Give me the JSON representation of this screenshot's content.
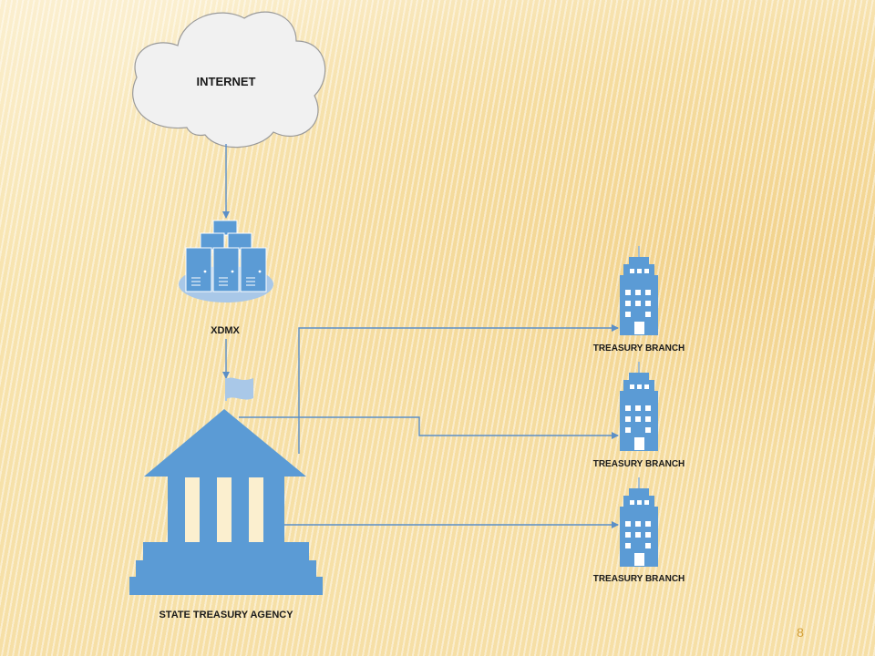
{
  "nodes": {
    "internet": {
      "label": "INTERNET",
      "icon": "cloud-icon"
    },
    "xdmx": {
      "label": "XDMX",
      "icon": "server-cluster-icon"
    },
    "state_agency": {
      "label": "STATE TREASURY AGENCY",
      "icon": "government-building-icon"
    },
    "branches": [
      {
        "label": "TREASURY BRANCH",
        "icon": "office-building-icon"
      },
      {
        "label": "TREASURY BRANCH",
        "icon": "office-building-icon"
      },
      {
        "label": "TREASURY BRANCH",
        "icon": "office-building-icon"
      }
    ],
    "flag": {
      "icon": "flag-icon"
    }
  },
  "edges": [
    {
      "from": "INTERNET",
      "to": "XDMX"
    },
    {
      "from": "XDMX",
      "to": "STATE TREASURY AGENCY"
    },
    {
      "from": "STATE TREASURY AGENCY",
      "to": "TREASURY BRANCH 1"
    },
    {
      "from": "STATE TREASURY AGENCY",
      "to": "TREASURY BRANCH 2"
    },
    {
      "from": "STATE TREASURY AGENCY",
      "to": "TREASURY BRANCH 3"
    }
  ],
  "colors": {
    "icon_blue": "#5b9bd5",
    "icon_light": "#a9c8e8",
    "connector": "#5b8fc7",
    "page_number": "#d4a03a"
  },
  "page_number": "8"
}
